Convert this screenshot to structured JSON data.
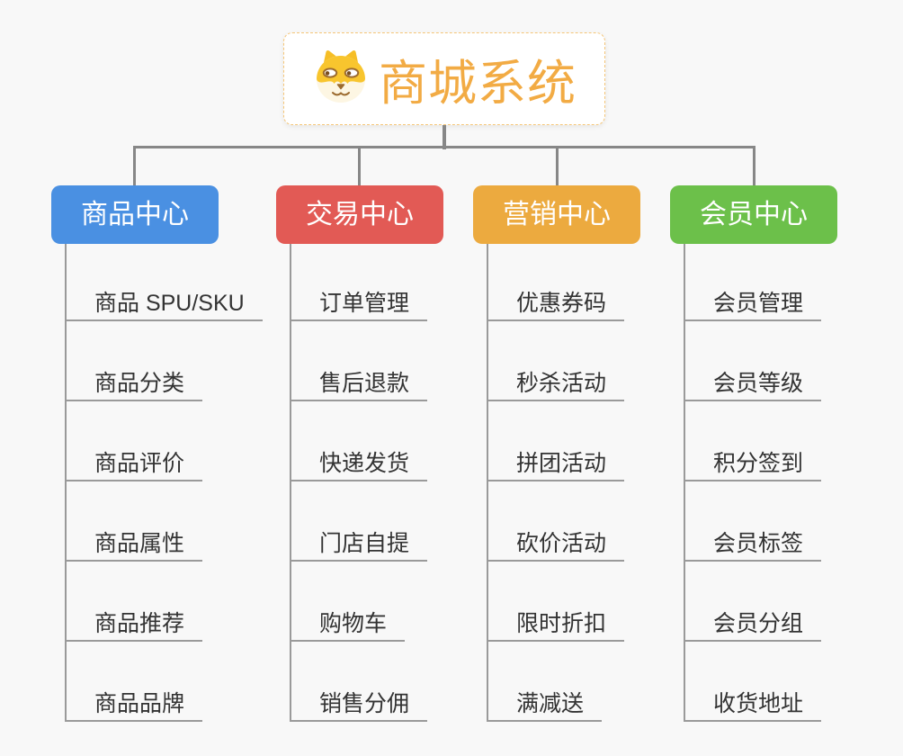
{
  "root": {
    "title": "商城系统",
    "title_color": "#f2ab44",
    "icon": "dog-face-icon"
  },
  "branches": [
    {
      "label": "商品中心",
      "color": "#4a90e2",
      "children": [
        "商品 SPU/SKU",
        "商品分类",
        "商品评价",
        "商品属性",
        "商品推荐",
        "商品品牌"
      ]
    },
    {
      "label": "交易中心",
      "color": "#e25a55",
      "children": [
        "订单管理",
        "售后退款",
        "快递发货",
        "门店自提",
        "购物车",
        "销售分佣"
      ]
    },
    {
      "label": "营销中心",
      "color": "#ecaa3f",
      "children": [
        "优惠券码",
        "秒杀活动",
        "拼团活动",
        "砍价活动",
        "限时折扣",
        "满减送"
      ]
    },
    {
      "label": "会员中心",
      "color": "#6cc04a",
      "children": [
        "会员管理",
        "会员等级",
        "积分签到",
        "会员标签",
        "会员分组",
        "收货地址"
      ]
    }
  ],
  "colors": {
    "background": "#f8f8f8",
    "root_border": "#f5c678",
    "accent_orange": "#f2ab44",
    "connector_gray": "#878787",
    "leaf_line_gray": "#9a9a9a",
    "leaf_text": "#333333",
    "branch_blue": "#4a90e2",
    "branch_red": "#e25a55",
    "branch_orange": "#ecaa3f",
    "branch_green": "#6cc04a"
  }
}
